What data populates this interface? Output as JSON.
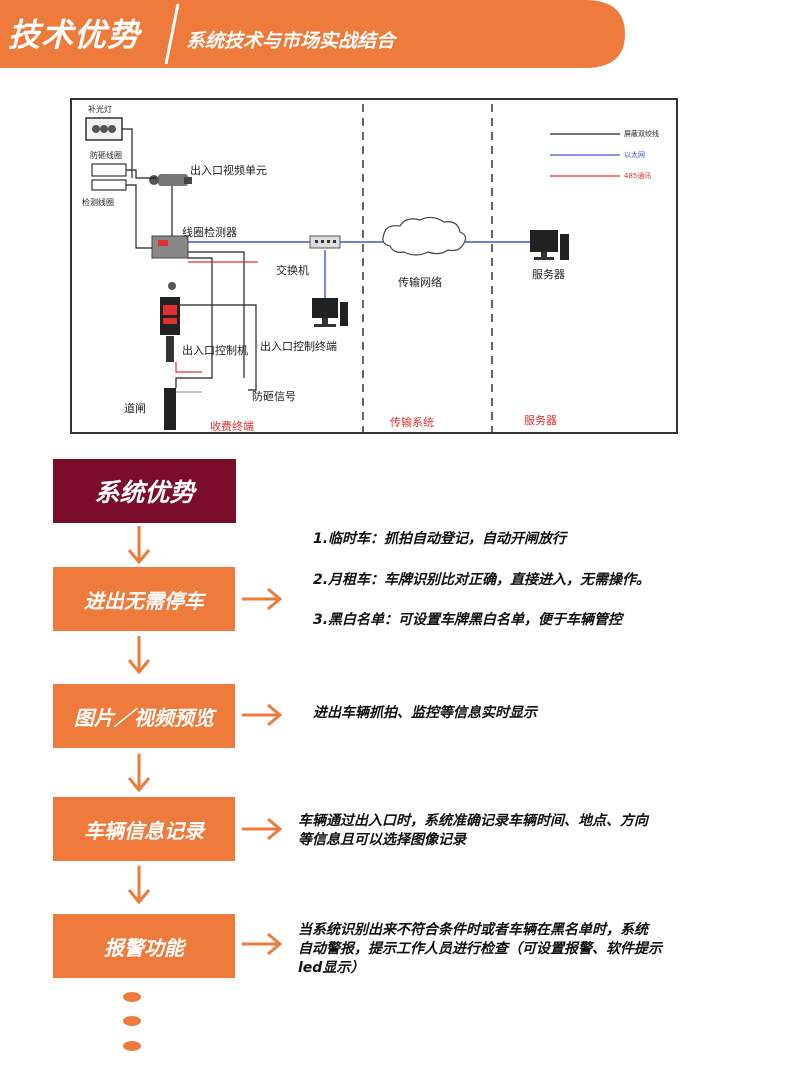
{
  "header": {
    "title": "技术优势",
    "subtitle": "系统技术与市场实战结合",
    "color": "#ee7b3c"
  },
  "diagram": {
    "labels": {
      "fill_light": "补光灯",
      "anti_smash_coil": "防砸线圈",
      "detect_coil": "检测线圈",
      "video_unit": "出入口视频单元",
      "coil_detector": "线圈检测器",
      "controller": "出入口控制机",
      "barrier_gate": "道闸",
      "anti_smash_signal": "防砸信号",
      "switch": "交换机",
      "control_terminal": "出入口控制终端",
      "network": "传输网络",
      "server": "服务器"
    },
    "legend": [
      {
        "label": "屏蔽双绞线",
        "color": "#222222"
      },
      {
        "label": "以太网",
        "color": "#4455cc"
      },
      {
        "label": "485通讯",
        "color": "#e03030"
      }
    ],
    "zones": [
      "收费终端",
      "传输系统",
      "服务器"
    ]
  },
  "advantages": {
    "title": "系统优势",
    "title_color": "#7b0d2a",
    "steps": [
      {
        "label": "进出无需停车",
        "lines": [
          "1.临时车：抓拍自动登记，自动开闸放行",
          "2.月租车：车牌识别比对正确，直接进入，无需操作。",
          "3.黑白名单：可设置车牌黑白名单，便于车辆管控"
        ]
      },
      {
        "label": "图片／视频预览",
        "lines": [
          "进出车辆抓拍、监控等信息实时显示"
        ]
      },
      {
        "label": "车辆信息记录",
        "lines": [
          "车辆通过出入口时，系统准确记录车辆时间、地点、方向",
          "等信息且可以选择图像记录"
        ]
      },
      {
        "label": "报警功能",
        "lines": [
          "当系统识别出来不符合条件时或者车辆在黑名单时，系统",
          "自动警报，提示工作人员进行检查（可设置报警、软件提示",
          "led显示）"
        ]
      }
    ]
  }
}
